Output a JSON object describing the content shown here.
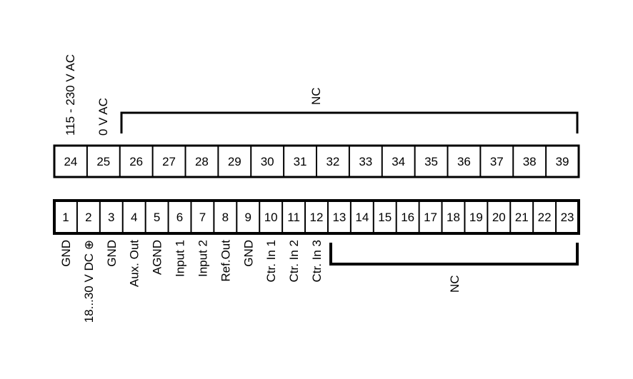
{
  "top_block": {
    "terminals": [
      "24",
      "25",
      "26",
      "27",
      "28",
      "29",
      "30",
      "31",
      "32",
      "33",
      "34",
      "35",
      "36",
      "37",
      "38",
      "39"
    ],
    "labels": [
      "115 - 230 V AC",
      "0 V AC"
    ],
    "nc_label": "NC"
  },
  "bottom_block": {
    "terminals": [
      "1",
      "2",
      "3",
      "4",
      "5",
      "6",
      "7",
      "8",
      "9",
      "10",
      "11",
      "12",
      "13",
      "14",
      "15",
      "16",
      "17",
      "18",
      "19",
      "20",
      "21",
      "22",
      "23"
    ],
    "labels": [
      "GND",
      "18...30 V DC ⊕",
      "GND",
      "Aux. Out",
      "AGND",
      "Input 1",
      "Input 2",
      "Ref.Out",
      "GND",
      "Ctr. In 1",
      "Ctr. In 2",
      "Ctr. In 3"
    ],
    "nc_label": "NC"
  }
}
